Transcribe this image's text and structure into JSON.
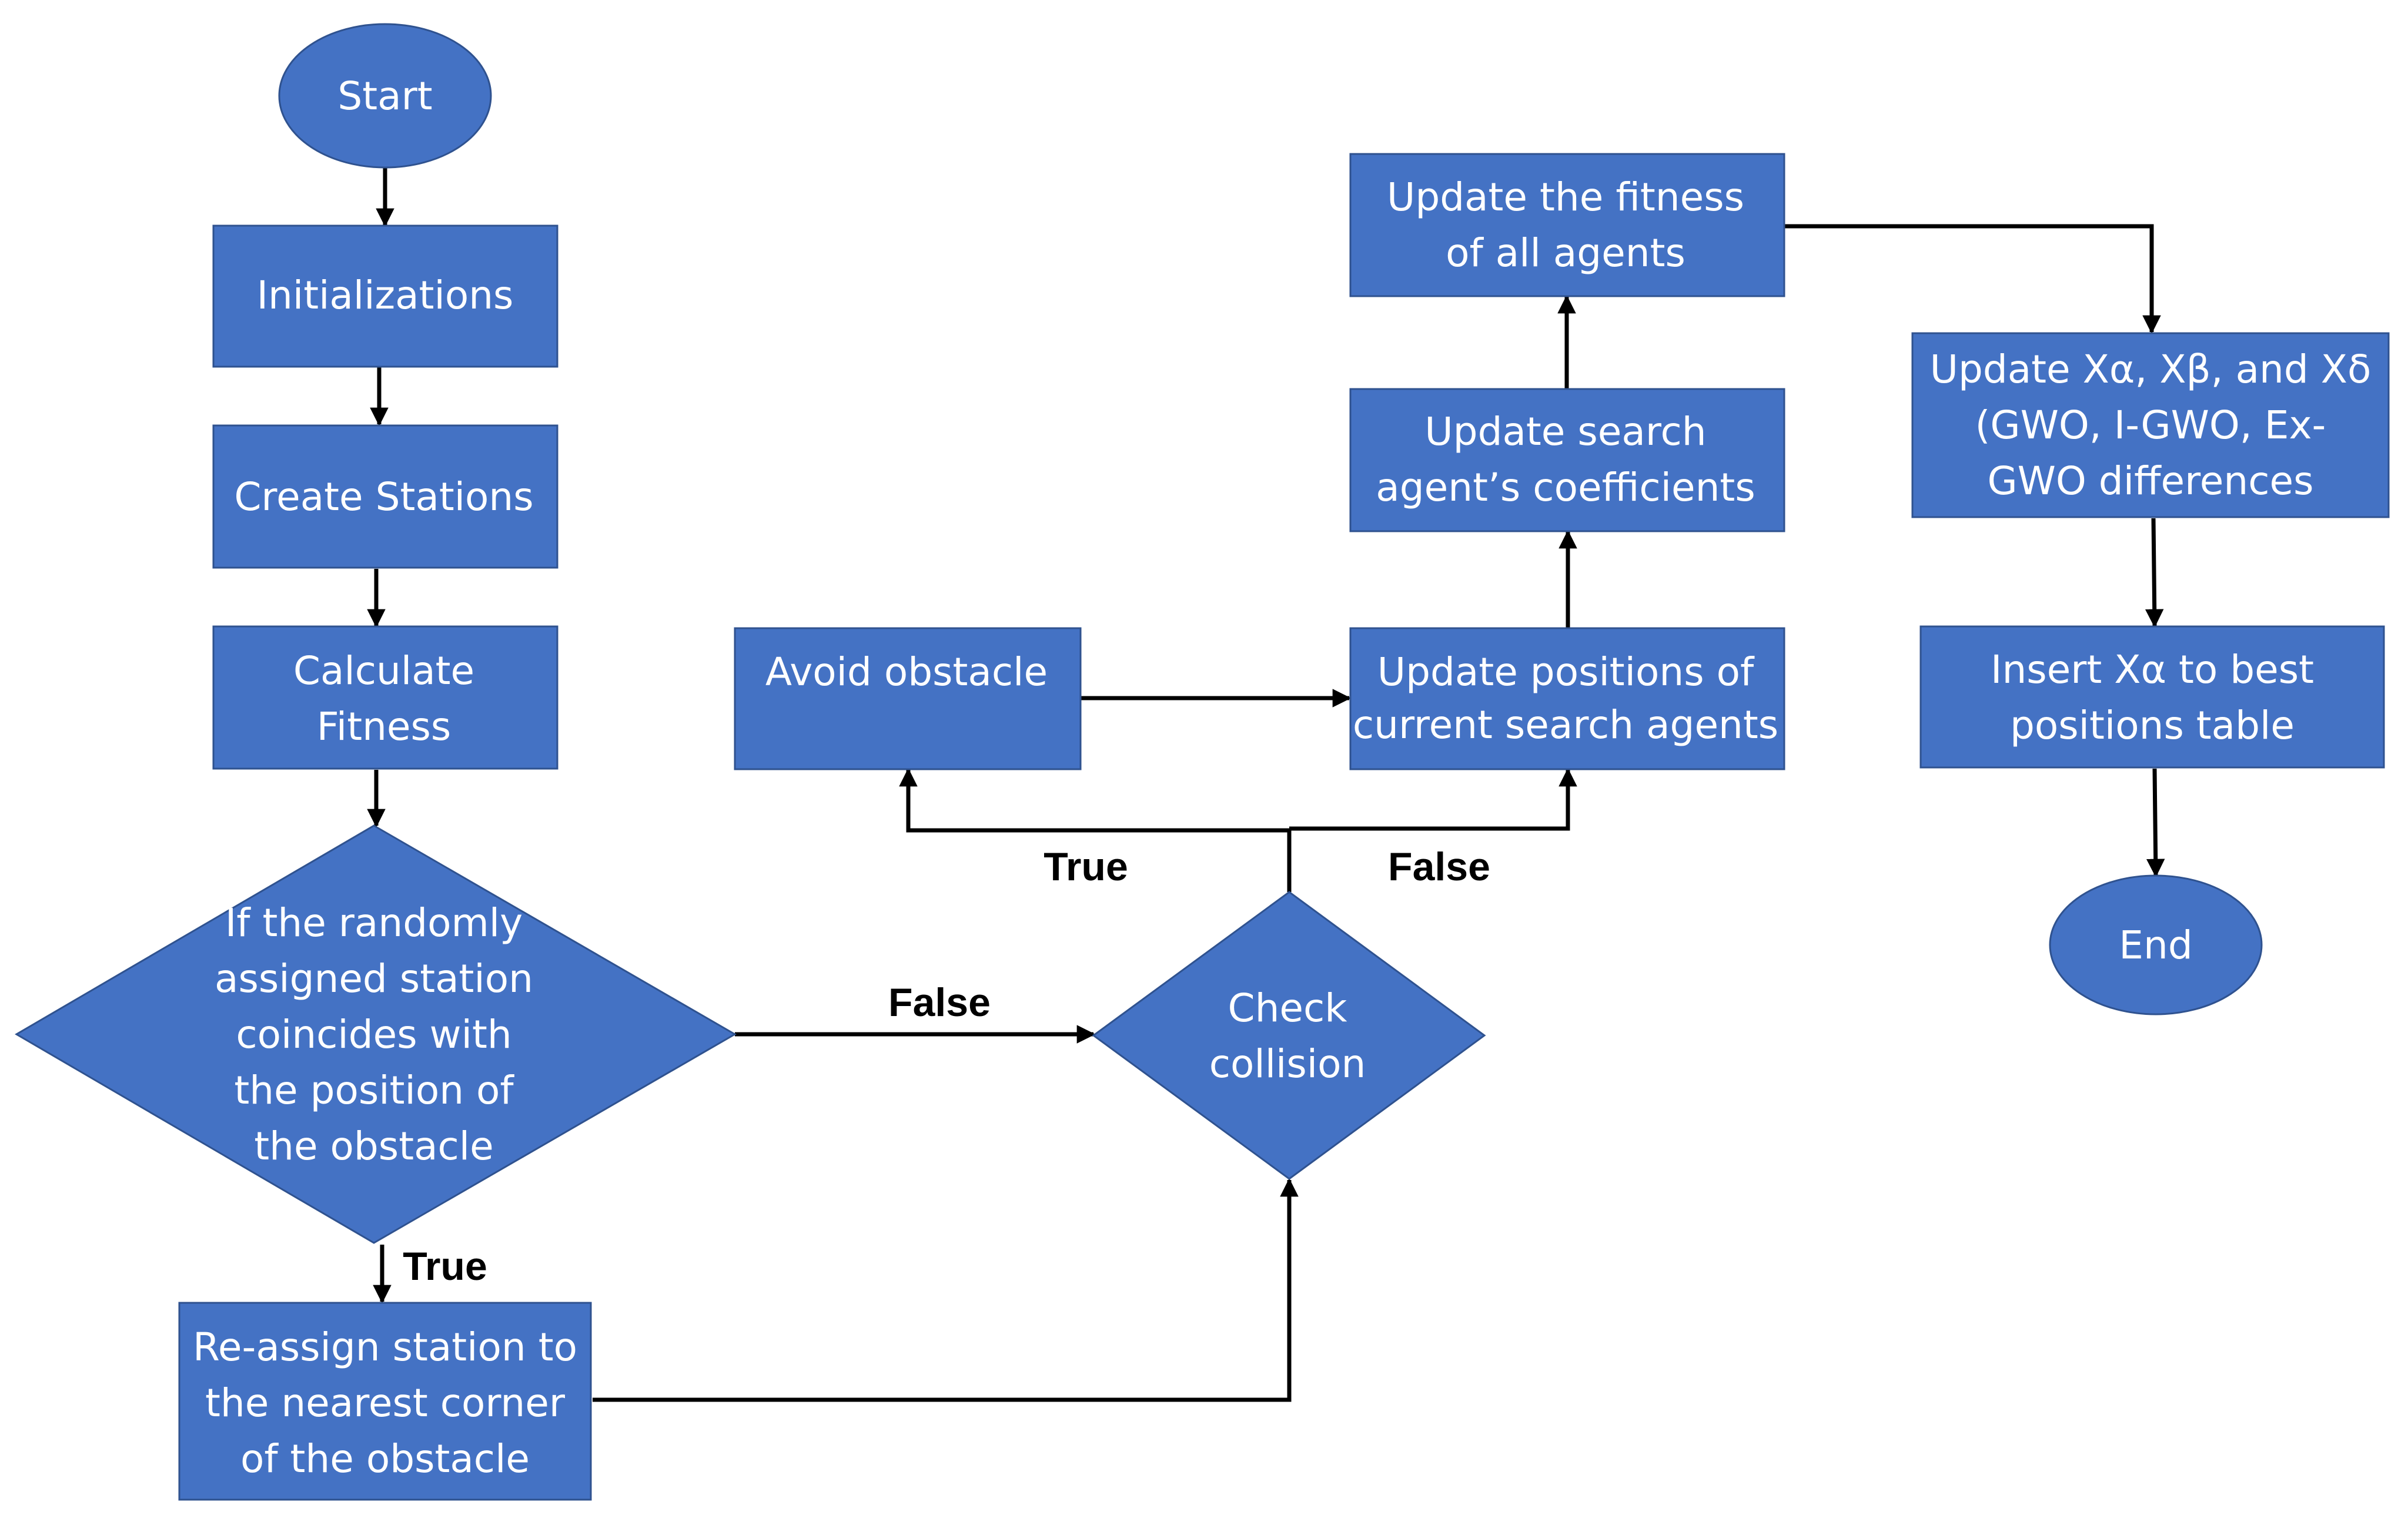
{
  "nodes": {
    "start": {
      "lines": [
        "Start"
      ]
    },
    "initializations": {
      "lines": [
        "Initializations"
      ]
    },
    "create_stations": {
      "lines": [
        "Create Stations"
      ]
    },
    "calculate_fitness": {
      "lines": [
        "Calculate",
        "Fitness"
      ]
    },
    "decision_obstacle": {
      "lines": [
        "If the randomly",
        "assigned station",
        "coincides with",
        "the position of",
        "the obstacle"
      ]
    },
    "reassign": {
      "lines": [
        "Re-assign station to",
        "the nearest corner",
        "of the obstacle"
      ]
    },
    "check_collision": {
      "lines": [
        "Check",
        "collision"
      ]
    },
    "avoid_obstacle": {
      "lines": [
        "Avoid obstacle"
      ]
    },
    "update_positions": {
      "lines": [
        "Update positions of",
        "current search agents"
      ]
    },
    "update_coefficients": {
      "lines": [
        "Update search",
        "agent’s coefficients"
      ]
    },
    "update_fitness": {
      "lines": [
        "Update the fitness",
        "of all agents"
      ]
    },
    "update_leaders": {
      "lines": [
        "Update Xα, Xβ, and Xδ",
        "(GWO, I-GWO, Ex-",
        "GWO differences"
      ]
    },
    "insert_best": {
      "lines": [
        "Insert Xα to best",
        "positions table"
      ]
    },
    "end": {
      "lines": [
        "End"
      ]
    }
  },
  "edge_labels": {
    "decision_false": "False",
    "decision_true": "True",
    "collision_true": "True",
    "collision_false": "False"
  },
  "colors": {
    "node_fill": "#4472C4",
    "node_border": "#2F528F",
    "node_text": "#FFFFFF",
    "connector": "#000000"
  }
}
